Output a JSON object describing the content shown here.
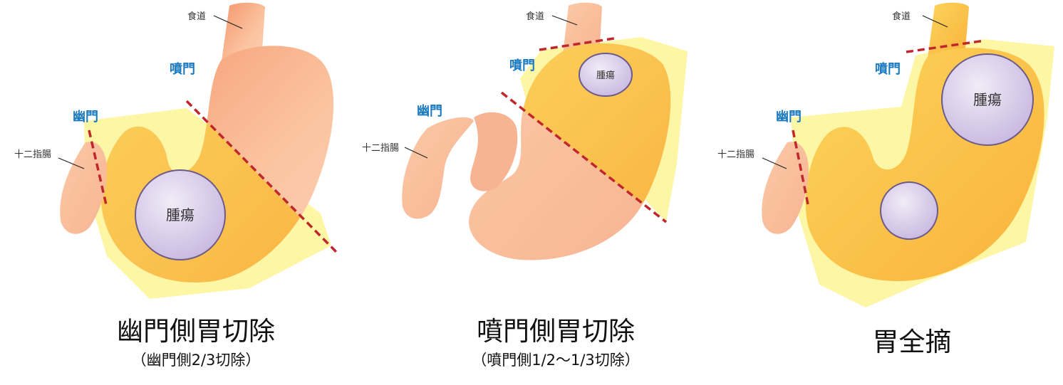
{
  "panels": [
    {
      "labels": {
        "esophagus": "食道",
        "cardia": "噴門",
        "pylorus": "幽門",
        "duodenum": "十二指腸",
        "tumor": "腫瘍"
      },
      "title": "幽門側胃切除",
      "subtitle": "（幽門側2/3切除）"
    },
    {
      "labels": {
        "esophagus": "食道",
        "cardia": "噴門",
        "pylorus": "幽門",
        "duodenum": "十二指腸",
        "tumor": "腫瘍"
      },
      "title": "噴門側胃切除",
      "subtitle": "（噴門側1/2～1/3切除）"
    },
    {
      "labels": {
        "esophagus": "食道",
        "cardia": "噴門",
        "pylorus": "幽門",
        "duodenum": "十二指腸",
        "tumor": "腫瘍"
      },
      "title": "胃全摘",
      "subtitle": ""
    }
  ],
  "colors": {
    "stomach_light": "#fbc9a6",
    "stomach_dark": "#f4956a",
    "resection_fill": "#fdf59a",
    "resection_stomach": "#fbc94a",
    "cut_line": "#c0272d",
    "tumor_fill": "#d9cdea",
    "tumor_stroke": "#6b5a8a",
    "label_blue": "#1a7ac0"
  }
}
